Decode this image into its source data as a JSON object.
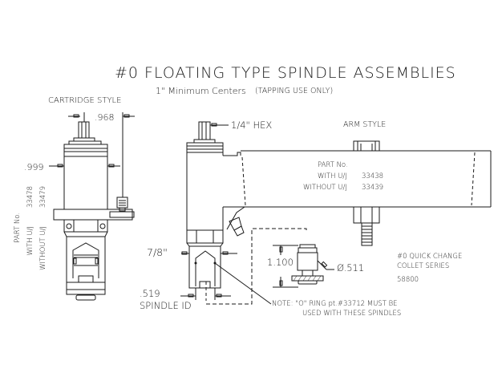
{
  "title": "#0 FLOATING TYPE SPINDLE ASSEMBLIES",
  "subtitle": {
    "main": "1\" Minimum Centers",
    "note": "(TAPPING USE ONLY)"
  },
  "cartridge": {
    "label": "CARTRIDGE STYLE",
    "dim_top": ".968",
    "dim_body": ".999",
    "part_header": "PART No.",
    "parts": [
      {
        "desc": "WITH U/J",
        "number": "33478"
      },
      {
        "desc": "WITHOUT U/J",
        "number": "33479"
      }
    ]
  },
  "center": {
    "hex_label": "1/4\" HEX",
    "dim_collet": "7/8\"",
    "spindle_id_value": ".519",
    "spindle_id_label": "SPINDLE ID"
  },
  "arm": {
    "label": "ARM STYLE",
    "part_header": "PART No.",
    "parts": [
      {
        "desc": "WITH U/J",
        "number": "33438"
      },
      {
        "desc": "WITHOUT U/J",
        "number": "33439"
      }
    ]
  },
  "collet_detail": {
    "dim_length": "1.100",
    "dim_diameter": "Ø.511",
    "series_line1": "#0 QUICK CHANGE",
    "series_line2": "COLLET SERIES",
    "series_number": "58800"
  },
  "note": {
    "line1": "NOTE: \"O\" RING pt.#33712 MUST BE",
    "line2": "USED WITH THESE SPINDLES"
  },
  "colors": {
    "ink": "#1a1a1a",
    "background": "#ffffff"
  }
}
